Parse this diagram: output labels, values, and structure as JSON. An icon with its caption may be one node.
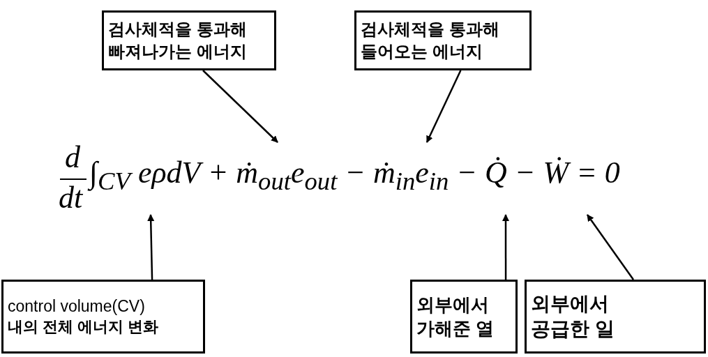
{
  "diagram": {
    "nodes": [
      {
        "text": [
          "검사체적을 통과해 빠져나가는 에너지"
        ]
      },
      {
        "text": [
          "검사체적을 통과해 들어오는 에너지"
        ]
      },
      {
        "text": [
          "control volume(CV)",
          "내의 전체 에너지 변화"
        ]
      },
      {
        "text": [
          "외부에서 가해준 열"
        ]
      },
      {
        "text": [
          "외부에서 공급한 일"
        ]
      },
      {
        "text": [
          "d",
          "dt",
          "∫$_{CV}$ eρdV + ṁ$_{out}$e$_{out}$ − ṁ$_{in}$e$_{in}$ − Q̇ − Ẇ = 0"
        ]
      }
    ],
    "edges": [
      {
        "from": 0,
        "to": 5,
        "arrow": "to"
      },
      {
        "from": 1,
        "to": 5,
        "arrow": "to"
      },
      {
        "from": 2,
        "to": 5,
        "arrow": "to"
      },
      {
        "from": 3,
        "to": 5,
        "arrow": "to"
      },
      {
        "from": 4,
        "to": 5,
        "arrow": "to"
      }
    ]
  }
}
